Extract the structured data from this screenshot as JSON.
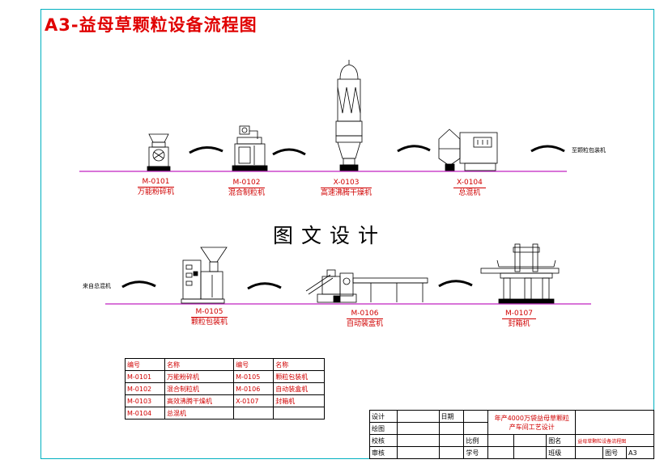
{
  "title": "A3-益母草颗粒设备流程图",
  "center_text": "图文设计",
  "row1_outlet": "至颗粒包装机",
  "row2_inlet": "来自总混机",
  "machines": [
    {
      "code": "M-0101",
      "name": "万能粉碎机"
    },
    {
      "code": "M-0102",
      "name": "混合制粒机"
    },
    {
      "code": "X-0103",
      "name": "高速沸腾干燥机"
    },
    {
      "code": "X-0104",
      "name": "总混机"
    },
    {
      "code": "M-0105",
      "name": "颗粒包装机"
    },
    {
      "code": "M-0106",
      "name": "自动装盒机"
    },
    {
      "code": "M-0107",
      "name": "封箱机"
    }
  ],
  "parts_table": {
    "headers": [
      "编号",
      "名称",
      "编号",
      "名称"
    ],
    "rows": [
      [
        "M-0101",
        "万能粉碎机",
        "M-0105",
        "颗粒包装机"
      ],
      [
        "M-0102",
        "混合制粒机",
        "M-0106",
        "自动装盒机"
      ],
      [
        "M-0103",
        "高效沸腾干燥机",
        "X-0107",
        "封箱机"
      ],
      [
        "M-0104",
        "总混机",
        "",
        ""
      ]
    ]
  },
  "title_block": {
    "design": "设计",
    "date": "日期",
    "project_line1": "年产4000万袋益母草颗粒",
    "project_line2": "产车间工艺设计",
    "drawing": "绘图",
    "check": "校核",
    "scale": "比例",
    "drawing_name_label": "图名",
    "drawing_name": "益母草颗粒设备流程图",
    "review": "审核",
    "student_no": "学号",
    "class": "班级",
    "drawing_no": "图号",
    "size": "A3"
  }
}
